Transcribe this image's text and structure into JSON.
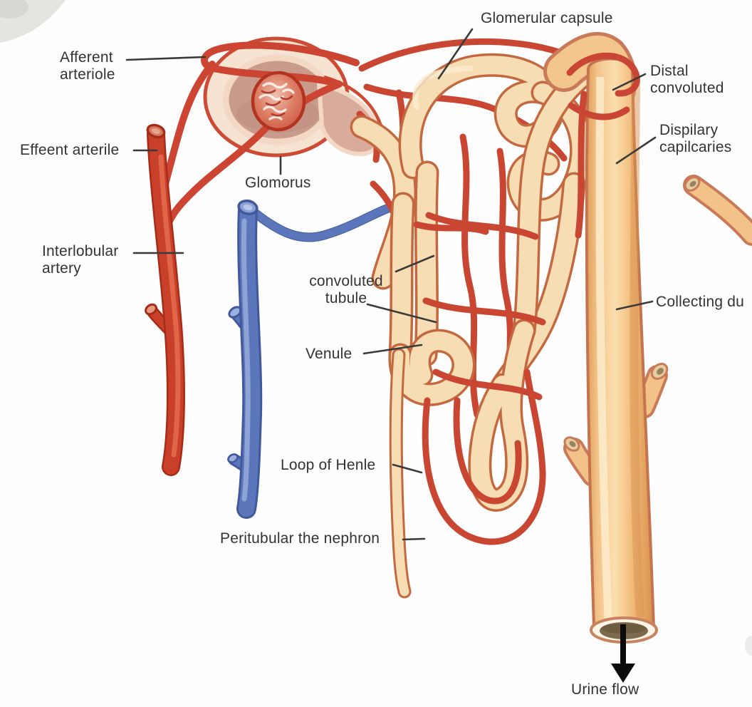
{
  "labels": {
    "afferent_arteriole": "Afferent\narteriole",
    "efferent_arteriole": "Effeent arterile",
    "glomerulus": "Glomorus",
    "glomerular_capsule": "Glomerular capsule",
    "distal_convoluted": "Distal\nconvoluted",
    "peritubular_capillaries": "Dispilary\ncapilcaries",
    "interlobular_artery": "Interlobular\nartery",
    "convoluted_tubule": "convoluted\ntubule",
    "venule": "Venule",
    "loop_of_henle": "Loop of Henle",
    "peritubular_nephron": "Peritubular the nephron",
    "collecting_duct": "Collecting du",
    "urine_flow": "Urine flow"
  },
  "icons": {
    "urine_flow_arrow": "down-arrow"
  },
  "colors": {
    "artery_red": "#c8402a",
    "vein_blue": "#5b76ba",
    "tubule_fill": "#f7ddb4",
    "tubule_outline": "#c4693f",
    "capillary_red": "#c94732",
    "collecting_duct_fill": "#f3c68e",
    "capsule_inner": "#c99b8d",
    "label_text": "#333333",
    "arrow_black": "#0b0b0b",
    "background": "#fefefe"
  }
}
